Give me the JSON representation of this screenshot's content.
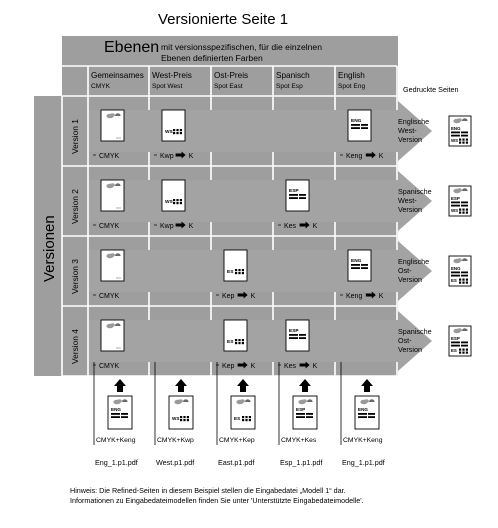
{
  "title": "Versionierte Seite 1",
  "layers_heading": {
    "big": "Ebenen",
    "rest_line1": "mit versionsspezifischen, für die einzelnen",
    "rest_line2": "Ebenen definierten Farben"
  },
  "versions_heading": "Versionen",
  "printed_heading": "Gedruckte Seiten",
  "layers": [
    {
      "name": "Gemeinsames",
      "spot": "CMYK"
    },
    {
      "name": "West-Preis",
      "spot": "Spot West"
    },
    {
      "name": "Ost-Preis",
      "spot": "Spot East"
    },
    {
      "name": "Spanisch",
      "spot": "Spot Esp"
    },
    {
      "name": "English",
      "spot": "Spot Eng"
    }
  ],
  "versions": [
    {
      "label": "Version 1",
      "output_lines": [
        "Englische",
        "West-",
        "Version"
      ]
    },
    {
      "label": "Version 2",
      "output_lines": [
        "Spanische",
        "West-",
        "Version"
      ]
    },
    {
      "label": "Version 3",
      "output_lines": [
        "Englische",
        "Ost-",
        "Version"
      ]
    },
    {
      "label": "Version 4",
      "output_lines": [
        "Spanische",
        "Ost-",
        "Version"
      ]
    }
  ],
  "cells": {
    "cmyk": "CMYK",
    "kwp": "Kwp",
    "kep": "Kep",
    "kes": "Kes",
    "keng": "Keng",
    "k": "K"
  },
  "page_marks": {
    "ws": "WS",
    "es": "ES",
    "esp": "ESP",
    "eng": "ENG"
  },
  "inputs": [
    {
      "label": "CMYK+Keng",
      "file": "Eng_1.p1.pdf"
    },
    {
      "label": "CMYK+Kwp",
      "file": "West.p1.pdf"
    },
    {
      "label": "CMYK+Kep",
      "file": "East.p1.pdf"
    },
    {
      "label": "CMYK+Kes",
      "file": "Esp_1.p1.pdf"
    },
    {
      "label": "CMYK+Keng",
      "file": "Eng_1.p1.pdf"
    }
  ],
  "note_lines": [
    "Hinweis: Die Refined-Seiten in diesem Beispiel stellen die Eingabedatei „Modell 1“ dar.",
    "Informationen zu Eingabedateimodellen finden Sie unter 'Unterstützte Eingabedateimodelle'."
  ],
  "colors": {
    "frame": "#9e9e9e",
    "grid": "#ffffff",
    "arrow": "#a3a3a3",
    "page_border": "#000000"
  }
}
